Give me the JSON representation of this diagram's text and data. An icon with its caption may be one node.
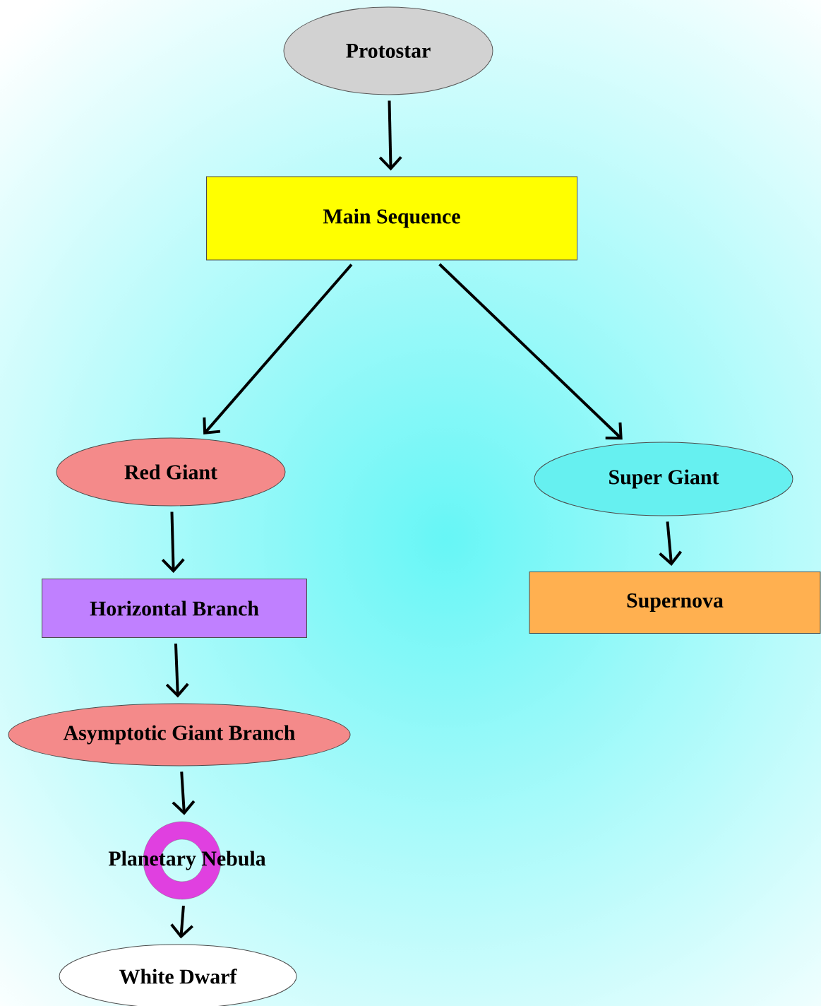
{
  "diagram": {
    "nodes": [
      {
        "text": [
          "Protostar"
        ]
      },
      {
        "text": [
          "Main Sequence"
        ]
      },
      {
        "text": [
          "Red Giant"
        ]
      },
      {
        "text": [
          "Horizontal Branch"
        ]
      },
      {
        "text": [
          "Asymptotic Giant Branch"
        ]
      },
      {
        "text": [
          "Planetary Nebula"
        ]
      },
      {
        "text": [
          "White Dwarf"
        ]
      },
      {
        "text": [
          "Super Giant"
        ]
      },
      {
        "text": [
          "Supernova"
        ]
      }
    ],
    "edges": [
      {
        "from": 0,
        "to": 1,
        "arrow": "to"
      },
      {
        "from": 1,
        "to": 2,
        "arrow": "to"
      },
      {
        "from": 1,
        "to": 7,
        "arrow": "to"
      },
      {
        "from": 2,
        "to": 3,
        "arrow": "to"
      },
      {
        "from": 3,
        "to": 4,
        "arrow": "to"
      },
      {
        "from": 4,
        "to": 5,
        "arrow": "to"
      },
      {
        "from": 5,
        "to": 6,
        "arrow": "to"
      },
      {
        "from": 7,
        "to": 8,
        "arrow": "to"
      }
    ]
  }
}
